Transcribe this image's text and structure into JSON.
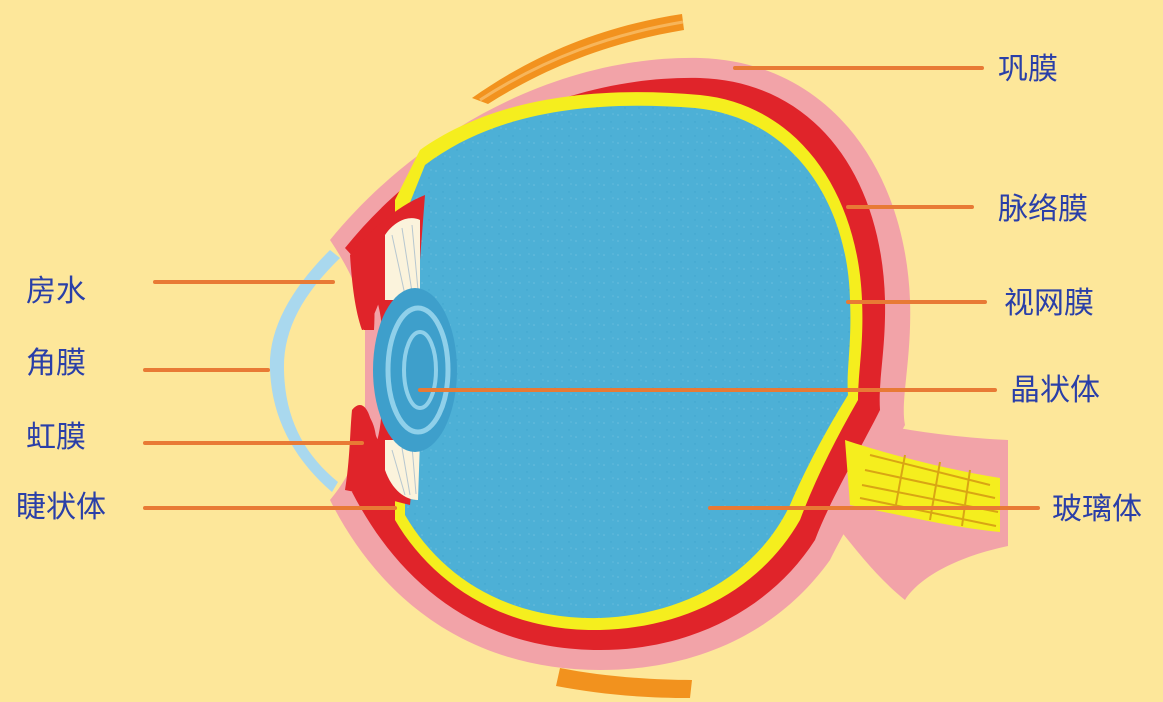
{
  "labels": {
    "sclera": "巩膜",
    "choroid": "脉络膜",
    "retina": "视网膜",
    "lens": "晶状体",
    "vitreous_body": "玻璃体",
    "aqueous_humor": "房水",
    "cornea": "角膜",
    "iris": "虹膜",
    "ciliary_body": "睫状体"
  },
  "colors": {
    "background": "#fde79a",
    "label_text": "#2a3fa8",
    "leader_line": "#e87a35",
    "sclera": "#f2a3a8",
    "choroid": "#e0242a",
    "retina": "#f5ee1e",
    "vitreous": "#4db0d6",
    "cornea": "#a9d8ee",
    "muscle": "#f2921e"
  }
}
